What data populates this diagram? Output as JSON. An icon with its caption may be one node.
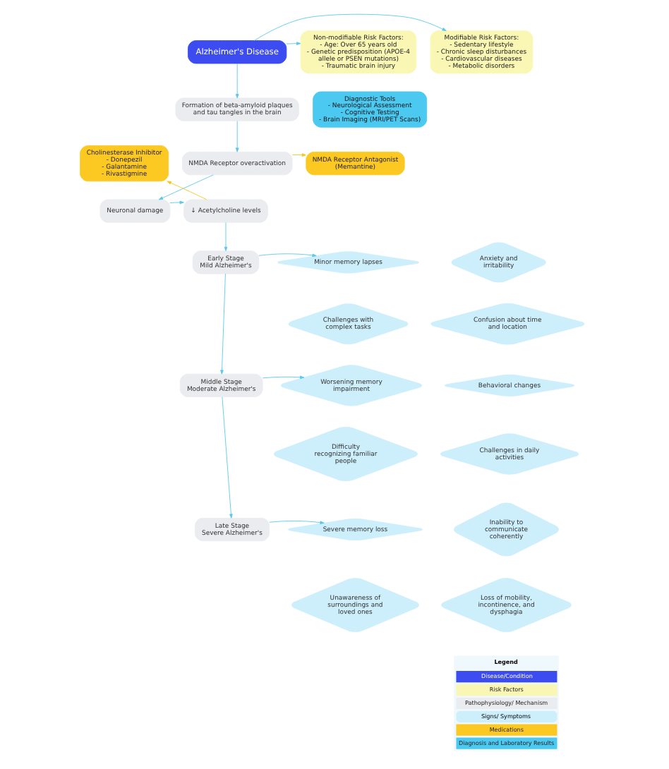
{
  "diagram": {
    "nodes": [
      {
        "text": [
          "Alzheimer's Disease"
        ]
      },
      {
        "text": [
          "Non-modifiable Risk Factors:",
          "- Age: Over 65 years old",
          "- Genetic predisposition (APOE-4 allele or PSEN mutations)",
          "- Traumatic brain injury"
        ]
      },
      {
        "text": [
          "Modifiable Risk Factors:",
          "- Sedentary lifestyle",
          "- Chronic sleep disturbances",
          "- Cardiovascular diseases",
          "- Metabolic disorders"
        ]
      },
      {
        "text": [
          "Formation of beta-amyloid plaques and tau tangles in the brain"
        ]
      },
      {
        "text": [
          "Diagnostic Tools",
          "- Neurological Assessment",
          "- Cognitive Testing",
          "- Brain Imaging (MRI/PET Scans)"
        ]
      },
      {
        "text": [
          "NMDA Receptor overactivation"
        ]
      },
      {
        "text": [
          "Cholinesterase Inhibitor",
          "- Donepezil",
          "- Galantamine",
          "- Rivastigmine"
        ]
      },
      {
        "text": [
          "NMDA Receptor Antagonist (Memantine)"
        ]
      },
      {
        "text": [
          "Neuronal damage"
        ]
      },
      {
        "text": [
          "↓ Acetylcholine levels"
        ]
      },
      {
        "text": [
          "Early Stage",
          "Mild Alzheimer's"
        ]
      },
      {
        "text": [
          "Minor memory lapses"
        ]
      },
      {
        "text": [
          "Anxiety and irritability"
        ]
      },
      {
        "text": [
          "Challenges with complex tasks"
        ]
      },
      {
        "text": [
          "Confusion about time and location"
        ]
      },
      {
        "text": [
          "Middle Stage",
          "Moderate Alzheimer's"
        ]
      },
      {
        "text": [
          "Worsening memory impairment"
        ]
      },
      {
        "text": [
          "Behavioral changes"
        ]
      },
      {
        "text": [
          "Difficulty recognizing familiar people"
        ]
      },
      {
        "text": [
          "Challenges in daily activities"
        ]
      },
      {
        "text": [
          "Late Stage",
          "Severe Alzheimer's"
        ]
      },
      {
        "text": [
          "Severe memory loss"
        ]
      },
      {
        "text": [
          "Inability to communicate coherently"
        ]
      },
      {
        "text": [
          "Unawareness of surroundings and loved ones"
        ]
      },
      {
        "text": [
          "Loss of mobility, incontinence, and dysphagia"
        ]
      }
    ],
    "edges": [
      {
        "from": 0,
        "to": 1,
        "arrow": "to"
      },
      {
        "from": 0,
        "to": 2,
        "arrow": "to"
      },
      {
        "from": 0,
        "to": 3,
        "arrow": "to"
      },
      {
        "from": 3,
        "to": 5,
        "arrow": "to"
      },
      {
        "from": 5,
        "to": 7,
        "arrow": "to",
        "color": "#f5c518"
      },
      {
        "from": 5,
        "to": 8,
        "arrow": "to"
      },
      {
        "from": 8,
        "to": 9,
        "arrow": "to"
      },
      {
        "from": 9,
        "to": 6,
        "arrow": "to",
        "color": "#f5c518"
      },
      {
        "from": 9,
        "to": 10,
        "arrow": "to"
      },
      {
        "from": 10,
        "to": 11,
        "arrow": "to"
      },
      {
        "from": 10,
        "to": 15,
        "arrow": "to"
      },
      {
        "from": 15,
        "to": 16,
        "arrow": "to"
      },
      {
        "from": 15,
        "to": 20,
        "arrow": "to"
      },
      {
        "from": 20,
        "to": 21,
        "arrow": "to"
      }
    ],
    "labels": [
      "Legend"
    ],
    "legend": [
      {
        "text": "Disease/Condition",
        "color": "#3d4cf0"
      },
      {
        "text": "Risk Factors",
        "color": "#faf7b4"
      },
      {
        "text": "Pathophysiology/ Mechanism",
        "color": "#ebecf0"
      },
      {
        "text": "Signs/ Symptoms"
      },
      {
        "text": "Medications",
        "color": "#fcc822"
      },
      {
        "text": "Diagnosis and Laboratory Results",
        "color": "#4cc9f0"
      }
    ]
  }
}
